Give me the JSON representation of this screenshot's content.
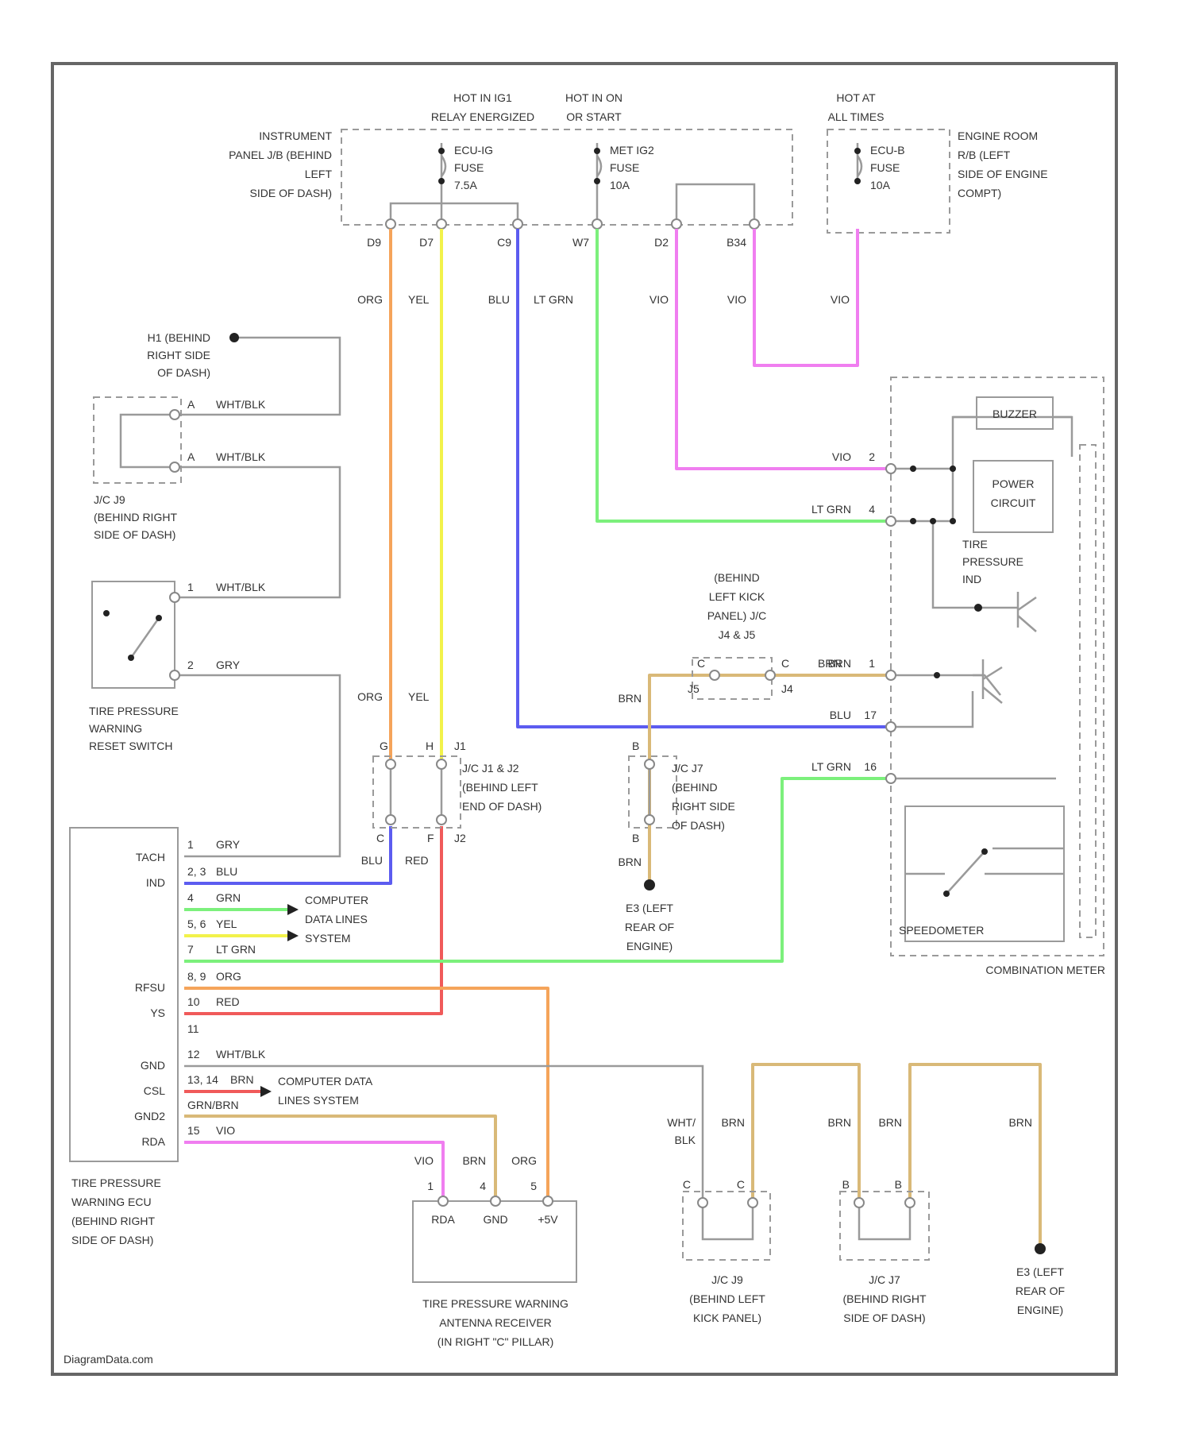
{
  "colors": {
    "ORG": "#f5a45a",
    "YEL": "#f2f24a",
    "BLU": "#5c5cf0",
    "LT GRN": "#7cf07c",
    "VIO": "#f07ef0",
    "BRN": "#d9b978",
    "RED": "#f05a5a",
    "GRY": "#9a9a9a"
  },
  "fuse_box": {
    "label": [
      "INSTRUMENT",
      "PANEL J/B (BEHIND",
      "LEFT",
      "SIDE OF DASH)"
    ],
    "hot_ig1": [
      "HOT IN IG1",
      "RELAY ENERGIZED"
    ],
    "hot_on": [
      "HOT IN ON",
      "OR START"
    ],
    "ecu_ig_fuse": [
      "ECU-IG",
      "FUSE",
      "7.5A"
    ],
    "met_ig2_fuse": [
      "MET IG2",
      "FUSE",
      "10A"
    ],
    "pins": [
      "D9",
      "D7",
      "C9",
      "W7",
      "D2",
      "B34"
    ]
  },
  "engine_room": {
    "hot": [
      "HOT AT",
      "ALL TIMES"
    ],
    "fuse": [
      "ECU-B",
      "FUSE",
      "10A"
    ],
    "label": [
      "ENGINE ROOM",
      "R/B (LEFT",
      "SIDE OF ENGINE",
      "COMPT)"
    ]
  },
  "wires": {
    "org": "ORG",
    "yel": "YEL",
    "blu": "BLU",
    "ltgrn": "LT GRN",
    "vio1": "VIO",
    "vio2": "VIO",
    "vio3": "VIO"
  },
  "ground_h1": [
    "H1 (BEHIND",
    "RIGHT SIDE",
    "OF DASH)"
  ],
  "jc_j9": {
    "pin1": "A",
    "wire1": "WHT/BLK",
    "pin2": "A",
    "wire2": "WHT/BLK",
    "label": [
      "J/C J9",
      "(BEHIND RIGHT",
      "SIDE OF DASH)"
    ]
  },
  "reset_switch": {
    "pin1": "1",
    "wire1": "WHT/BLK",
    "pin2": "2",
    "wire2": "GRY",
    "label": [
      "TIRE PRESSURE",
      "WARNING",
      "RESET SWITCH"
    ]
  },
  "combination_meter": {
    "buzzer": "BUZZER",
    "power": [
      "POWER",
      "CIRCUIT"
    ],
    "tpind": [
      "TIRE",
      "PRESSURE",
      "IND"
    ],
    "pin_vio": "VIO",
    "pin_vio_n": "2",
    "pin_ltgrn": "LT GRN",
    "pin_ltgrn_n": "4",
    "pin_brn": "BRN",
    "pin_brn_n": "1",
    "pin_blu": "BLU",
    "pin_blu_n": "17",
    "pin_ltgrn2": "LT GRN",
    "pin_ltgrn2_n": "16",
    "speedometer": "SPEEDOMETER",
    "label": "COMBINATION METER"
  },
  "kick_jc": {
    "label": [
      "(BEHIND",
      "LEFT KICK",
      "PANEL) J/C",
      "J4 & J5"
    ],
    "pin_a": "C",
    "pin_b": "C",
    "jn_a": "J5",
    "jn_b": "J4",
    "wire": "BRN",
    "wire_left": "BRN"
  },
  "jc_j1_j2": {
    "top_a": "G",
    "top_b": "H",
    "top_b2": "J1",
    "bot_a": "C",
    "bot_b": "F",
    "bot_b2": "J2",
    "label": [
      "J/C J1 & J2",
      "(BEHIND LEFT",
      "END OF DASH)"
    ],
    "org": "ORG",
    "yel": "YEL",
    "blu": "BLU",
    "red": "RED"
  },
  "jc_j7": {
    "top": "B",
    "bot": "B",
    "label": [
      "J/C J7",
      "(BEHIND",
      "RIGHT SIDE",
      "OF DASH)"
    ],
    "wire": "BRN"
  },
  "ground_e3a": [
    "E3 (LEFT",
    "REAR OF",
    "ENGINE)"
  ],
  "ecu": {
    "label": [
      "TIRE PRESSURE",
      "WARNING ECU",
      "(BEHIND RIGHT",
      "SIDE OF DASH)"
    ],
    "terms": [
      "TACH",
      "IND",
      "RFSU",
      "YS",
      "GND",
      "CSL",
      "GND2",
      "RDA"
    ],
    "pins": [
      {
        "n": "1",
        "w": "GRY"
      },
      {
        "n": "2, 3",
        "w": "BLU"
      },
      {
        "n": "4",
        "w": "GRN"
      },
      {
        "n": "5, 6",
        "w": "YEL"
      },
      {
        "n": "7",
        "w": "LT GRN"
      },
      {
        "n": "8, 9",
        "w": "ORG"
      },
      {
        "n": "10",
        "w": "RED"
      },
      {
        "n": "11",
        "w": ""
      },
      {
        "n": "12",
        "w": "WHT/BLK"
      },
      {
        "n": "13, 14",
        "w": "BRN"
      },
      {
        "n": "",
        "w": "GRN/BRN"
      },
      {
        "n": "15",
        "w": "VIO"
      }
    ],
    "cdl1": [
      "COMPUTER",
      "DATA LINES",
      "SYSTEM"
    ],
    "cdl2": [
      "COMPUTER DATA",
      "LINES SYSTEM"
    ]
  },
  "antenna": {
    "wires": [
      "VIO",
      "BRN",
      "ORG"
    ],
    "pins": [
      "1",
      "4",
      "5"
    ],
    "terms": [
      "RDA",
      "GND",
      "+5V"
    ],
    "label": [
      "TIRE PRESSURE WARNING",
      "ANTENNA RECEIVER",
      "(IN RIGHT \"C\" PILLAR)"
    ]
  },
  "jc_j9_bottom": {
    "wires": [
      "WHT/",
      "BLK",
      "BRN"
    ],
    "pins": [
      "C",
      "C"
    ],
    "label": [
      "J/C J9",
      "(BEHIND LEFT",
      "KICK PANEL)"
    ]
  },
  "jc_j7_bottom": {
    "wires": [
      "BRN",
      "BRN"
    ],
    "pins": [
      "B",
      "B"
    ],
    "label": [
      "J/C J7",
      "(BEHIND RIGHT",
      "SIDE OF DASH)"
    ]
  },
  "ground_e3b": {
    "wire": "BRN",
    "label": [
      "E3 (LEFT",
      "REAR OF",
      "ENGINE)"
    ]
  },
  "footer": "DiagramData.com"
}
